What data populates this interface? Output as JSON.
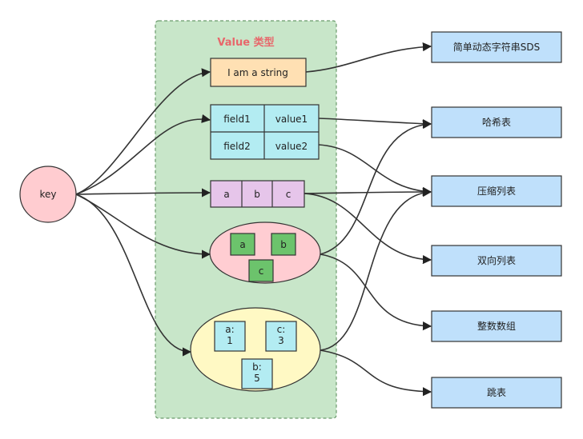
{
  "value_group": {
    "title": "Value 类型"
  },
  "key": {
    "label": "key"
  },
  "string_value": {
    "text": "I am a string"
  },
  "hash_value": {
    "rows": [
      {
        "field": "field1",
        "value": "value1"
      },
      {
        "field": "field2",
        "value": "value2"
      }
    ]
  },
  "list_value": {
    "cells": [
      "a",
      "b",
      "c"
    ]
  },
  "set_value": {
    "items": [
      "a",
      "b",
      "c"
    ]
  },
  "zset_value": {
    "items": [
      "a:\n1",
      "c:\n3",
      "b:\n5"
    ]
  },
  "encodings": [
    "简单动态字符串SDS",
    "哈希表",
    "压缩列表",
    "双向列表",
    "整数数组",
    "跳表"
  ],
  "colors": {
    "group_fill": "#c8e6c9",
    "group_border": "#7aa57c",
    "key_fill": "#ffccd0",
    "string_fill": "#ffe0b3",
    "hash_fill": "#b3ecf2",
    "list_fill": "#e6c5ea",
    "set_fill": "#ffcdd2",
    "set_item_fill": "#6cc36c",
    "zset_fill": "#fff9c4",
    "zset_item_fill": "#b3ecf2",
    "encoding_fill": "#bfe0fb",
    "border": "#333333",
    "title_text": "#e8676b"
  }
}
